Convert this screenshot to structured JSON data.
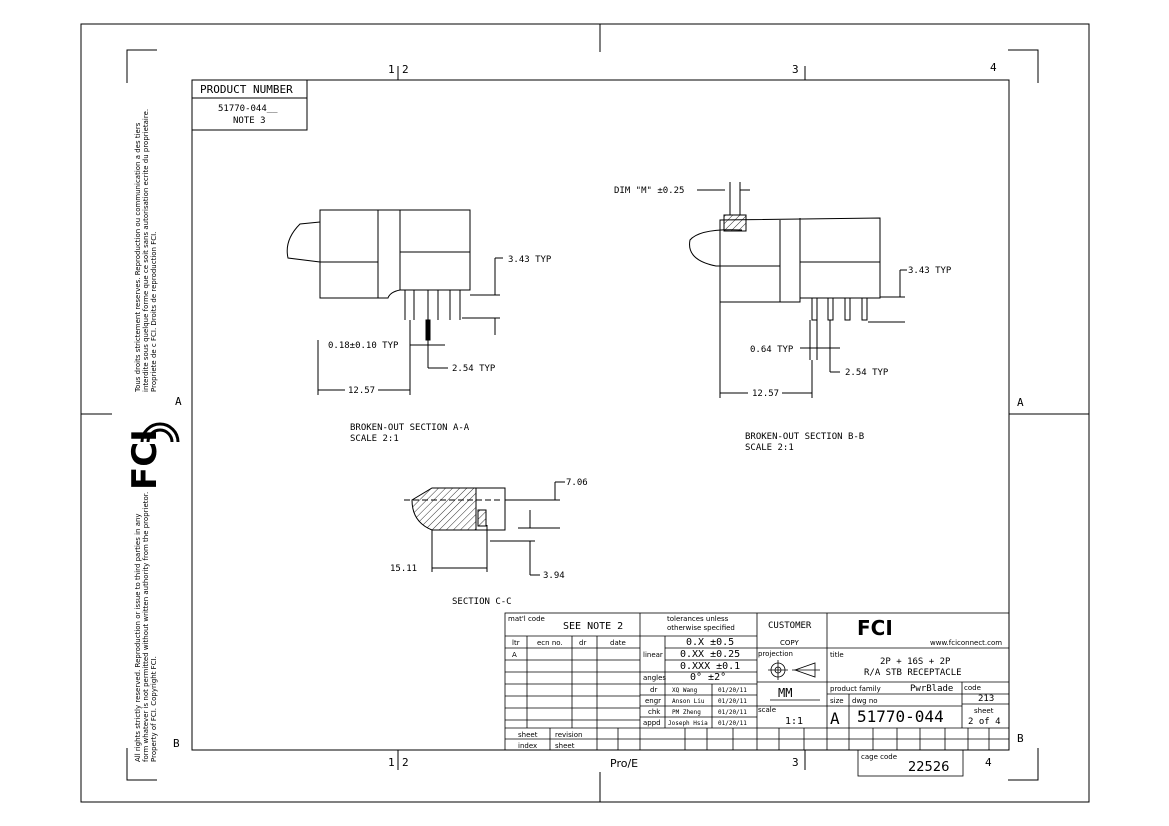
{
  "product_number": {
    "header": "PRODUCT NUMBER",
    "value": "51770-044__",
    "note": "NOTE 3"
  },
  "zones": {
    "top": [
      "1",
      "2",
      "3",
      "4"
    ],
    "bottom": [
      "1",
      "2",
      "3",
      "4"
    ],
    "left": [
      "A",
      "B"
    ],
    "right": [
      "A",
      "B"
    ],
    "pro_e": "Pro/E"
  },
  "side_notes": {
    "upper": [
      "Tous droits strictement reserves.  Reproduction ou communication a des tiers",
      "interdite sous quelque forme que ce soit sans autorisation ecrite du proprietaire.",
      "Propriete de c FCI.  Droits de reproduction FCI."
    ],
    "lower": [
      "All rights strictly reserved.  Reproduction or issue to third parties in any",
      "form whatever is not permitted without written authority from the proprietor.",
      "Property of FCI.  Copyright FCI."
    ],
    "logo": "FCI"
  },
  "view_aa": {
    "title": "BROKEN-OUT SECTION  A-A",
    "scale": "SCALE  2:1",
    "dim_typ": "3.43 TYP",
    "dim_tol": "0.18±0.10 TYP",
    "dim_pitch": "2.54 TYP",
    "dim_len": "12.57"
  },
  "view_bb": {
    "title": "BROKEN-OUT SECTION  B-B",
    "scale": "SCALE  2:1",
    "dim_m": "DIM \"M\" ±0.25",
    "dim_typ": "3.43 TYP",
    "dim_pin": "0.64 TYP",
    "dim_pitch": "2.54 TYP",
    "dim_len": "12.57"
  },
  "view_cc": {
    "title": "SECTION  C-C",
    "dim_top": "7.06",
    "dim_len": "15.11",
    "dim_bot": "3.94"
  },
  "title_block": {
    "matl_label": "mat'l code",
    "matl_value": "SEE NOTE 2",
    "rev_headers": [
      "ltr",
      "ecn no.",
      "dr",
      "date"
    ],
    "rev_row": "A",
    "tol_title": [
      "tolerances unless",
      "otherwise specified"
    ],
    "linear_label": "linear",
    "tol_x": "0.X ±0.5",
    "tol_xx": "0.XX ±0.25",
    "tol_xxx": "0.XXX ±0.1",
    "angles_label": "angles",
    "tol_ang": "0° ±2°",
    "sign": [
      {
        "role": "dr",
        "name": "XQ Wang",
        "date": "01/20/11"
      },
      {
        "role": "engr",
        "name": "Anson Liu",
        "date": "01/20/11"
      },
      {
        "role": "chk",
        "name": "PM Zheng",
        "date": "01/20/11"
      },
      {
        "role": "appd",
        "name": "Joseph Hsia",
        "date": "01/20/11"
      }
    ],
    "customer": "CUSTOMER",
    "copy": "COPY",
    "projection": "projection",
    "units": "MM",
    "scale_label": "scale",
    "scale_value": "1:1",
    "logo": "FCI",
    "website": "www.fciconnect.com",
    "title_label": "title",
    "title_l1": "2P + 16S + 2P",
    "title_l2": "R/A STB RECEPTACLE",
    "family_label": "product family",
    "family_value": "PwrBlade",
    "code_label": "code",
    "code_value": "213",
    "size_label": "size",
    "size_value": "A",
    "dwg_label": "dwg no",
    "dwg_value": "51770-044",
    "sheet_label": "sheet",
    "sheet_value": "2 of 4",
    "sheet_h": "sheet",
    "revision_h": "revision",
    "index": "index",
    "sheet2": "sheet",
    "cage_label": "cage code",
    "cage_value": "22526"
  }
}
